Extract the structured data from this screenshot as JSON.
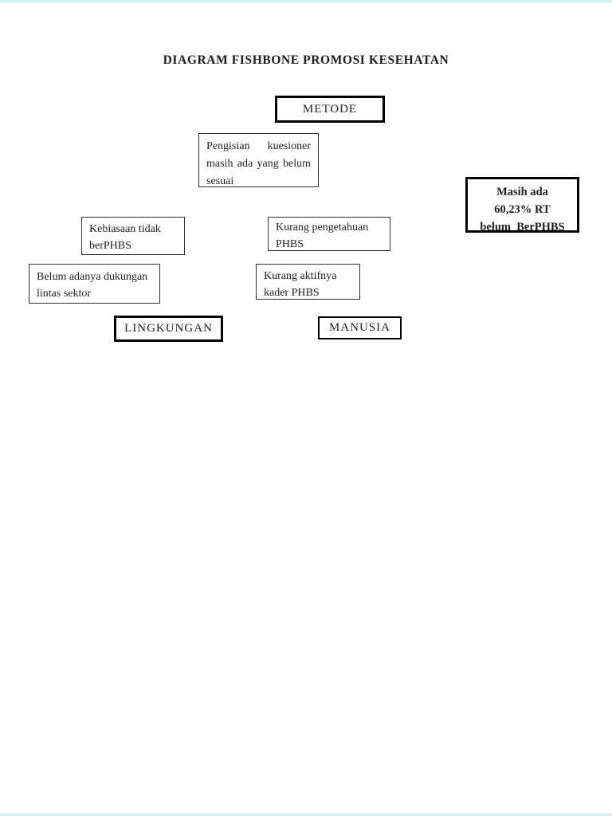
{
  "document": {
    "title": "DIAGRAM FISHBONE PROMOSI KESEHATAN"
  },
  "diagram": {
    "categories": {
      "metode": "METODE",
      "lingkungan": "LINGKUNGAN",
      "manusia": "MANUSIA"
    },
    "causes": {
      "metode_cause": "Pengisian kuesioner masih ada yang belum sesuai",
      "lingkungan_cause_1": "Kebiasaan tidak berPHBS",
      "lingkungan_cause_2": "Belum adanya dukungan lintas sektor",
      "manusia_cause_1": "Kurang pengetahuan PHBS",
      "manusia_cause_2": "Kurang aktifnya kader PHBS"
    },
    "effect": {
      "lines": [
        "Masih ada",
        "60,23% RT",
        "belum  BerPHBS"
      ]
    }
  },
  "colors": {
    "page_background": "#ffffff",
    "box_border": "#000000",
    "text": "#1c1c1c",
    "page_edge_line": "#d9ecf7"
  }
}
